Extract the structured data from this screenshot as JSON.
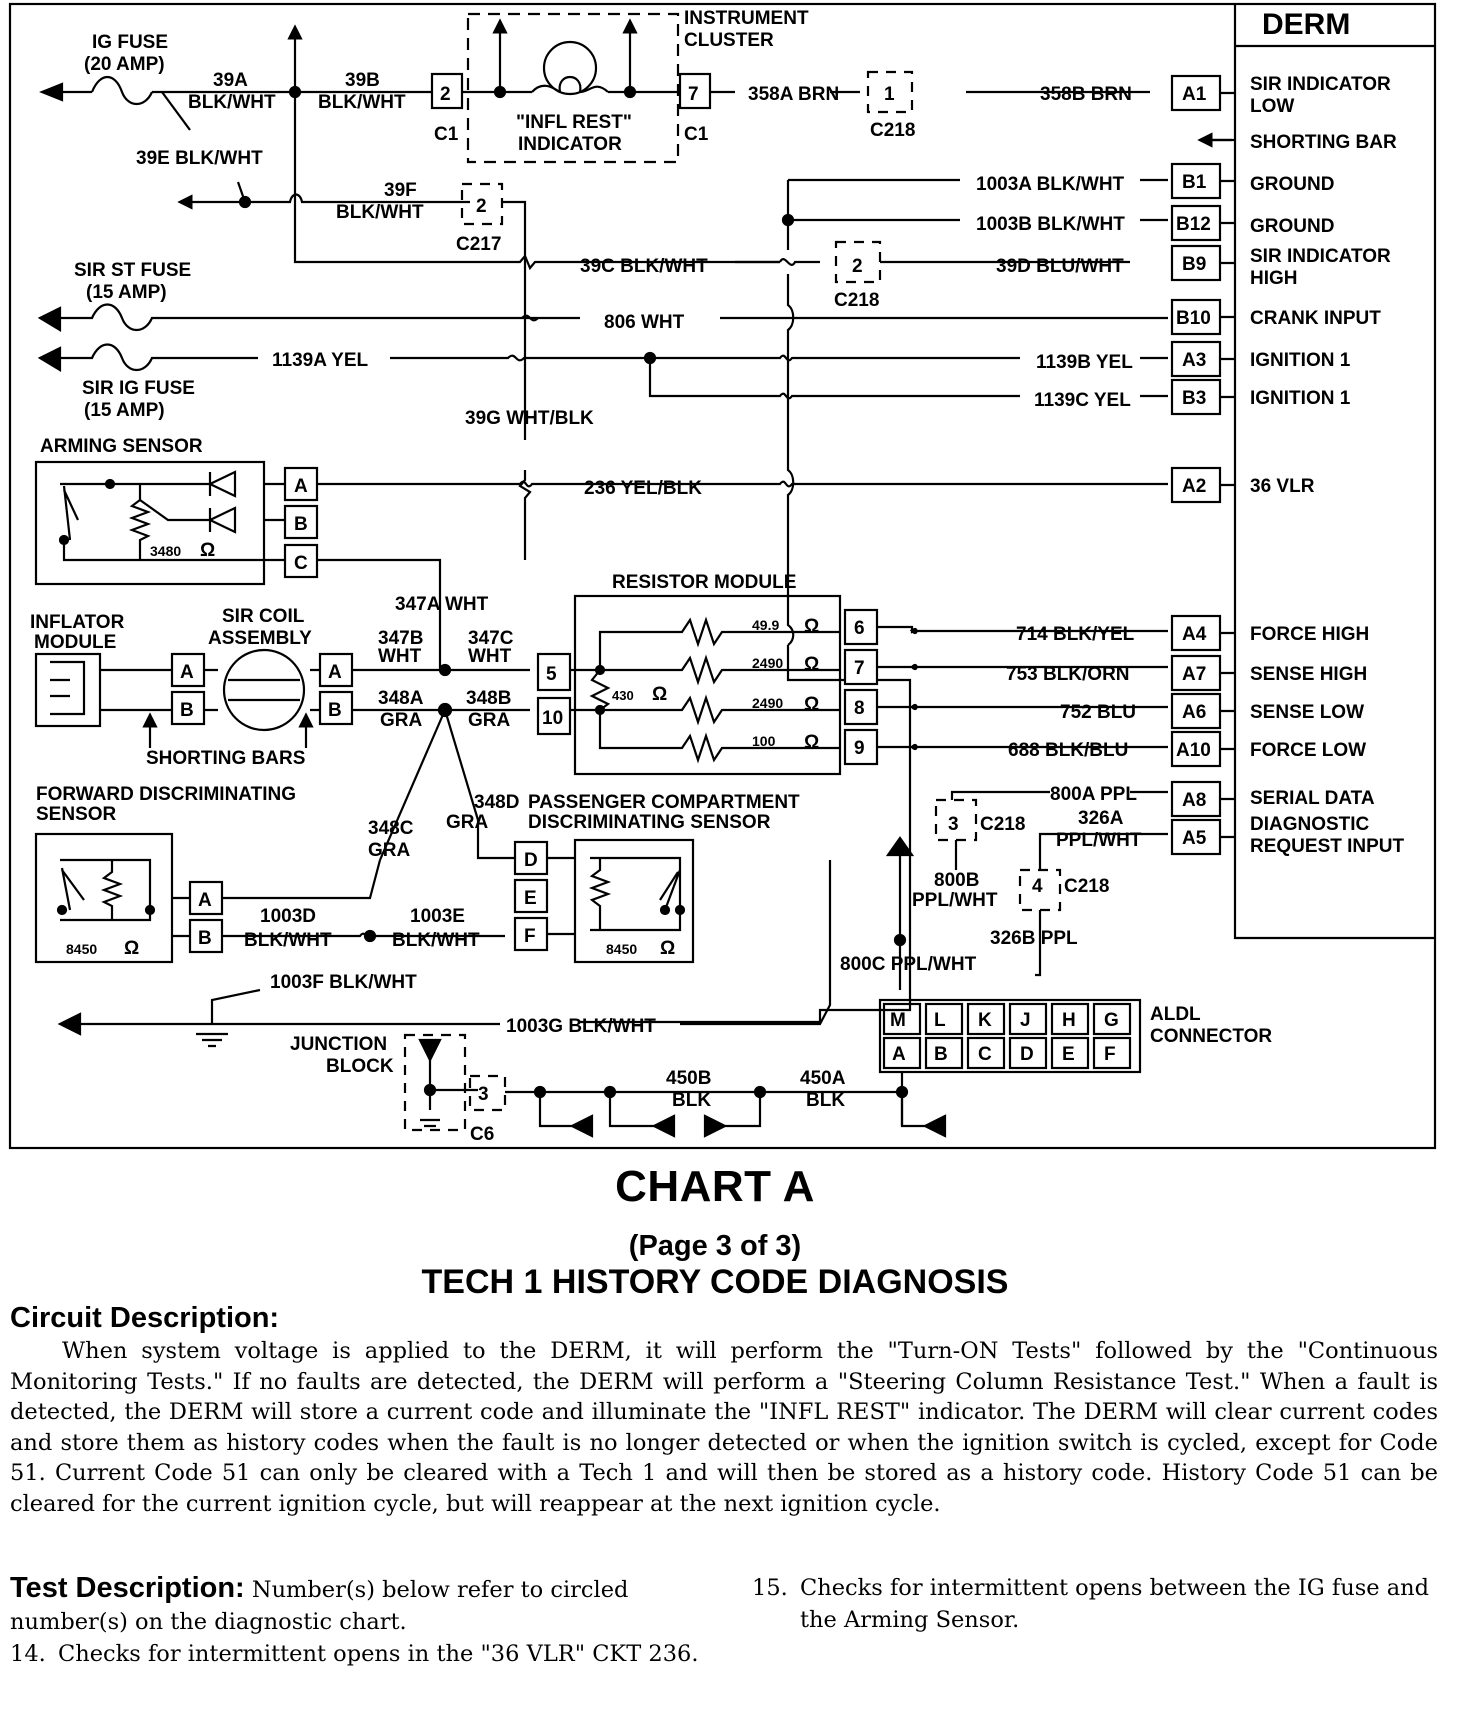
{
  "diagram": {
    "derm": {
      "title": "DERM"
    },
    "fuses": {
      "ig": [
        "IG FUSE",
        "(20 AMP)"
      ],
      "sir_st": [
        "SIR ST FUSE",
        "(15 AMP)"
      ],
      "sir_ig": [
        "SIR IG FUSE",
        "(15 AMP)"
      ]
    },
    "cluster": {
      "label": [
        "INSTRUMENT",
        "CLUSTER"
      ],
      "indicator": [
        "\"INFL REST\"",
        "INDICATOR"
      ],
      "pin_left": "2",
      "pin_right": "7",
      "conn_left": "C1",
      "conn_right": "C1"
    },
    "wires": {
      "w39a": [
        "39A",
        "BLK/WHT"
      ],
      "w39b": [
        "39B",
        "BLK/WHT"
      ],
      "w39e": "39E BLK/WHT",
      "w39f": [
        "39F",
        "BLK/WHT"
      ],
      "w39c": "39C BLK/WHT",
      "w39d": "39D BLU/WHT",
      "w39g": "39G WHT/BLK",
      "w358a": "358A BRN",
      "w358b": "358B BRN",
      "w1003a": "1003A BLK/WHT",
      "w1003b": "1003B BLK/WHT",
      "w806": "806 WHT",
      "w1139a": "1139A YEL",
      "w1139b": "1139B YEL",
      "w1139c": "1139C YEL",
      "w236": "236 YEL/BLK",
      "w347a": "347A WHT",
      "w347b": [
        "347B",
        "WHT"
      ],
      "w347c": [
        "347C",
        "WHT"
      ],
      "w348a": [
        "348A",
        "GRA"
      ],
      "w348b": [
        "348B",
        "GRA"
      ],
      "w348c": [
        "348C",
        "GRA"
      ],
      "w348d": [
        "348D",
        "GRA"
      ],
      "w714": "714 BLK/YEL",
      "w753": "753 BLK/ORN",
      "w752": "752 BLU",
      "w688": "688 BLK/BLU",
      "w800a": "800A PPL",
      "w800b": [
        "800B",
        "PPL/WHT"
      ],
      "w800c": "800C PPL/WHT",
      "w326a": [
        "326A",
        "PPL/WHT"
      ],
      "w326b": "326B PPL",
      "w1003d": [
        "1003D",
        "BLK/WHT"
      ],
      "w1003e": [
        "1003E",
        "BLK/WHT"
      ],
      "w1003f": "1003F BLK/WHT",
      "w1003g": "1003G BLK/WHT",
      "w450b": [
        "450B",
        "BLK"
      ],
      "w450a": [
        "450A",
        "BLK"
      ]
    },
    "connectors": {
      "c218": "C218",
      "c217": "C217",
      "c6": "C6",
      "c218_pin1": "1",
      "c218_pin2": "2",
      "c218_pin3": "3",
      "c218_pin4": "4",
      "c217_pin2": "2",
      "c6_pin3": "3"
    },
    "derm_pins": [
      {
        "pin": "A1",
        "label": [
          "SIR INDICATOR",
          "LOW"
        ]
      },
      {
        "pin": "",
        "label": [
          "SHORTING BAR"
        ]
      },
      {
        "pin": "B1",
        "label": [
          "GROUND"
        ]
      },
      {
        "pin": "B12",
        "label": [
          "GROUND"
        ]
      },
      {
        "pin": "B9",
        "label": [
          "SIR INDICATOR",
          "HIGH"
        ]
      },
      {
        "pin": "B10",
        "label": [
          "CRANK INPUT"
        ]
      },
      {
        "pin": "A3",
        "label": [
          "IGNITION 1"
        ]
      },
      {
        "pin": "B3",
        "label": [
          "IGNITION 1"
        ]
      },
      {
        "pin": "A2",
        "label": [
          "36 VLR"
        ]
      },
      {
        "pin": "A4",
        "label": [
          "FORCE HIGH"
        ]
      },
      {
        "pin": "A7",
        "label": [
          "SENSE HIGH"
        ]
      },
      {
        "pin": "A6",
        "label": [
          "SENSE LOW"
        ]
      },
      {
        "pin": "A10",
        "label": [
          "FORCE LOW"
        ]
      },
      {
        "pin": "A8",
        "label": [
          "SERIAL DATA"
        ]
      },
      {
        "pin": "A5",
        "label": [
          "DIAGNOSTIC",
          "REQUEST INPUT"
        ]
      }
    ],
    "arming_sensor": {
      "label": "ARMING SENSOR",
      "resistance": "3480",
      "unit": "Ω",
      "pins": [
        "A",
        "B",
        "C"
      ]
    },
    "resistor_module": {
      "label": "RESISTOR MODULE",
      "center_res": "430",
      "unit": "Ω",
      "resistors": [
        "49.9",
        "2490",
        "2490",
        "100"
      ],
      "pins_right": [
        "6",
        "7",
        "8",
        "9"
      ],
      "pins_left": [
        "5",
        "10"
      ]
    },
    "inflator": {
      "label": [
        "INFLATOR",
        "MODULE"
      ],
      "pins": [
        "A",
        "B"
      ]
    },
    "sir_coil": {
      "label": [
        "SIR COIL",
        "ASSEMBLY"
      ],
      "pins": [
        "A",
        "B"
      ]
    },
    "shorting_bars": "SHORTING BARS",
    "fwd_sensor": {
      "label": [
        "FORWARD DISCRIMINATING",
        "SENSOR"
      ],
      "resistance": "8450",
      "unit": "Ω",
      "pins": [
        "A",
        "B"
      ]
    },
    "pass_sensor": {
      "label": [
        "PASSENGER COMPARTMENT",
        "DISCRIMINATING SENSOR"
      ],
      "resistance": "8450",
      "unit": "Ω",
      "pins": [
        "D",
        "E",
        "F"
      ]
    },
    "aldl": {
      "label": [
        "ALDL",
        "CONNECTOR"
      ],
      "top": [
        "M",
        "L",
        "K",
        "J",
        "H",
        "G"
      ],
      "bottom": [
        "A",
        "B",
        "C",
        "D",
        "E",
        "F"
      ]
    },
    "junction": {
      "label": [
        "JUNCTION",
        "BLOCK"
      ]
    }
  },
  "page": {
    "title": "CHART A",
    "subtitle": "(Page 3 of 3)",
    "title2": "TECH 1 HISTORY CODE DIAGNOSIS",
    "circuit_heading": "Circuit Description:",
    "circuit_text": "When system voltage is applied to the DERM, it will perform the \"Turn-ON Tests\" followed by the \"Continuous Monitoring Tests.\" If no faults are detected, the DERM will perform a \"Steering Column Resistance Test.\" When a fault is detected, the DERM will store a current code and illuminate the \"INFL REST\" indicator. The DERM will clear current codes and store them as history codes when the fault is no longer detected or when the ignition switch is cycled, except for Code 51. Current Code 51 can only be cleared with a Tech 1 and will then be stored as a history code. History Code 51 can be cleared for the current ignition cycle, but will reappear at the next ignition cycle.",
    "test_heading": "Test Description:",
    "test_intro": "Number(s) below refer to circled number(s) on the diagnostic chart.",
    "test_items": [
      {
        "num": "14.",
        "text": "Checks for intermittent opens in the \"36 VLR\" CKT 236."
      },
      {
        "num": "15.",
        "text": "Checks for intermittent opens between the IG fuse and the Arming Sensor."
      }
    ]
  }
}
